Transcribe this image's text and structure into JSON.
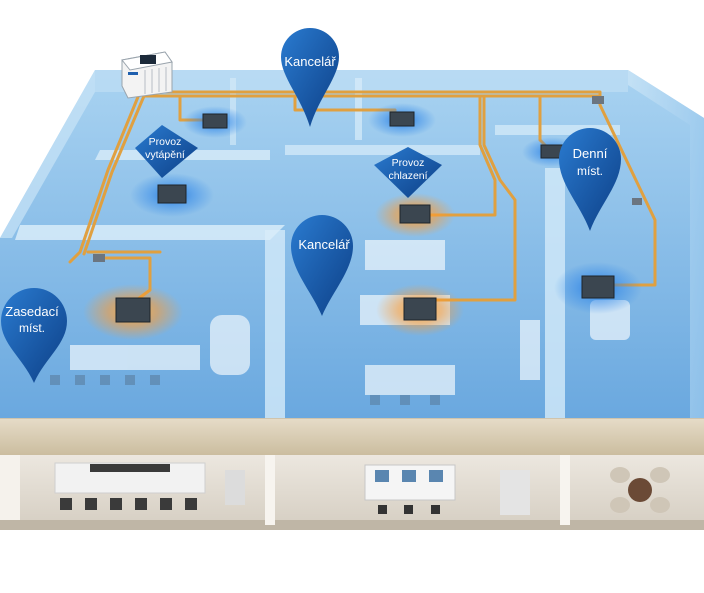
{
  "pins": {
    "office_top": {
      "label": "Kancelář"
    },
    "heating": {
      "line1": "Provoz",
      "line2": "vytápění"
    },
    "cooling": {
      "line1": "Provoz",
      "line2": "chlazení"
    },
    "daytime": {
      "line1": "Denní",
      "line2": "míst."
    },
    "office_center": {
      "label": "Kancelář"
    },
    "meeting": {
      "line1": "Zasedací",
      "line2": "míst."
    }
  },
  "colors": {
    "floor_blue": "#8fc3ea",
    "wall_blue": "#b7daf3",
    "pin_blue": "#1e63b4",
    "pipe_orange": "#e0a040",
    "slab": "#d9ccb4",
    "heating_glow": "#ff9a2e",
    "cooling_glow": "#2f86e8"
  },
  "icons": [
    "outdoor-unit-icon",
    "indoor-unit-icon",
    "map-pin-icon"
  ]
}
